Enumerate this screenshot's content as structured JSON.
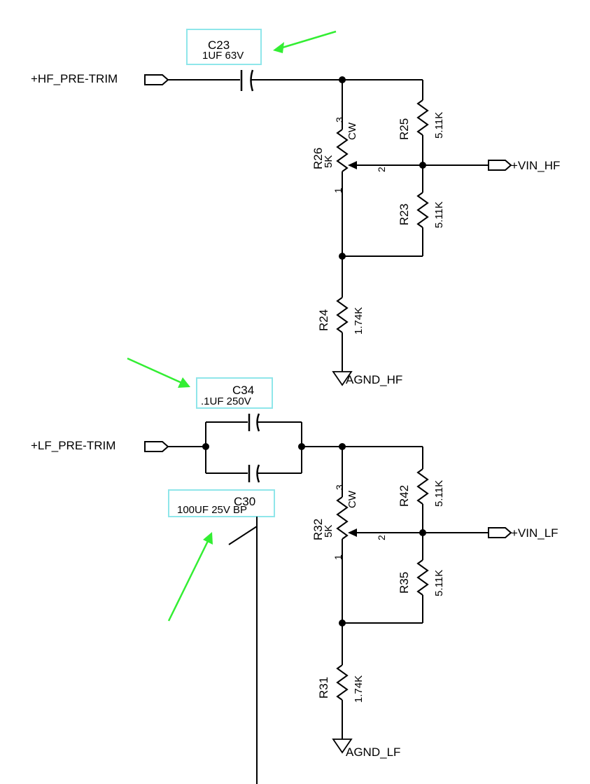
{
  "nets": {
    "hf_pre_trim": "+HF_PRE-TRIM",
    "vin_hf": "+VIN_HF",
    "agnd_hf": "AGND_HF",
    "lf_pre_trim": "+LF_PRE-TRIM",
    "vin_lf": "+VIN_LF",
    "agnd_lf": "AGND_LF"
  },
  "hf": {
    "c23": {
      "ref": "C23",
      "value": "1UF  63V"
    },
    "r25": {
      "ref": "R25",
      "value": "5.11K"
    },
    "r26": {
      "ref": "R26",
      "value": "5K",
      "cw": "CW",
      "pin1": "1",
      "pin2": "2",
      "pin3": "3"
    },
    "r23": {
      "ref": "R23",
      "value": "5.11K"
    },
    "r24": {
      "ref": "R24",
      "value": "1.74K"
    }
  },
  "lf": {
    "c34": {
      "ref": "C34",
      "value": ".1UF  250V"
    },
    "c30": {
      "ref": "C30",
      "value": "100UF  25V  BP"
    },
    "r42": {
      "ref": "R42",
      "value": "5.11K"
    },
    "r32": {
      "ref": "R32",
      "value": "5K",
      "cw": "CW",
      "pin1": "1",
      "pin2": "2",
      "pin3": "3"
    },
    "r35": {
      "ref": "R35",
      "value": "5.11K"
    },
    "r31": {
      "ref": "R31",
      "value": "1.74K"
    }
  },
  "colors": {
    "highlight_box": "#8fe6ea",
    "annotation_arrow": "#33ee33",
    "wire": "#000000"
  }
}
